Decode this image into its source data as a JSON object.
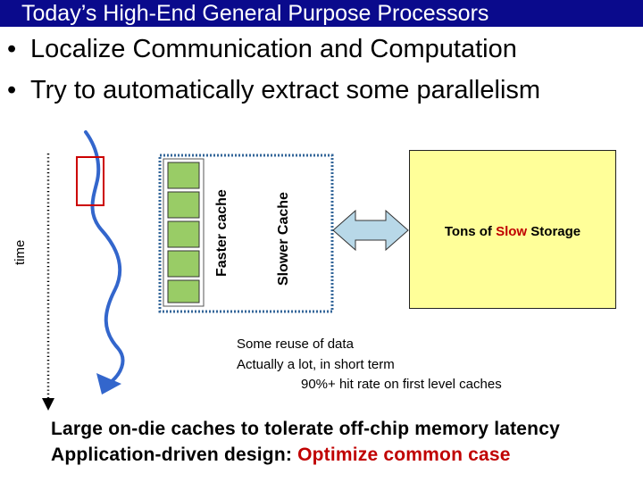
{
  "title": "Today’s High-End General Purpose Processors",
  "bullets": [
    "Localize Communication and Computation",
    "Try to automatically extract some parallelism"
  ],
  "bullet_glyph": "•",
  "diagram": {
    "time_label": "time",
    "faster_cache_label": "Faster cache",
    "slower_cache_label": "Slower Cache",
    "storage": {
      "prefix": "Tons of ",
      "highlight": "Slow",
      "suffix": " Storage"
    },
    "reuse_notes": [
      "Some reuse of data",
      "Actually a lot, in short term",
      "90%+ hit rate on first level caches"
    ],
    "colors": {
      "title_bar": "#0a0a8c",
      "cache_blocks": "#99cc66",
      "slower_cache_border": "#336699",
      "storage_fill": "#ffff99",
      "arrow_fill": "#b8d8e8",
      "trace_line": "#3366cc",
      "highlight_box": "#cc0000",
      "accent_text": "#c00000"
    },
    "cache_block_count": 5
  },
  "bottom": {
    "line1": "Large on-die caches to tolerate off-chip memory latency",
    "line2_prefix": "Application-driven design: ",
    "line2_accent": "Optimize common case"
  }
}
